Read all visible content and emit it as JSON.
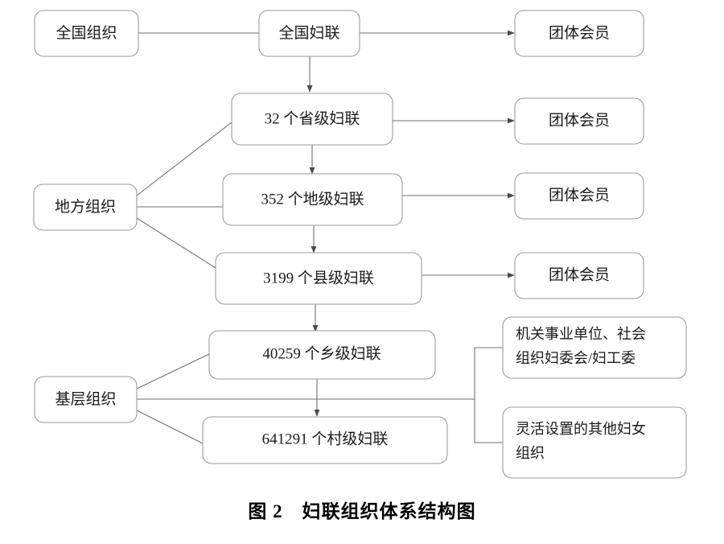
{
  "figure": {
    "caption": "图 2　妇联组织体系结构图",
    "caption_number": "图 2",
    "caption_title": "妇联组织体系结构图"
  },
  "categories": {
    "national": "全国组织",
    "local": "地方组织",
    "grassroots": "基层组织"
  },
  "levels": {
    "national_federation": "全国妇联",
    "provincial": "32 个省级妇联",
    "prefecture": "352 个地级妇联",
    "county": "3199 个县级妇联",
    "township": "40259 个乡级妇联",
    "village": "641291 个村级妇联"
  },
  "group_members": {
    "from_national": "团体会员",
    "from_provincial": "团体会员",
    "from_prefecture": "团体会员",
    "from_county": "团体会员"
  },
  "grassroots_units": {
    "institutional_line1": "机关事业单位、社会",
    "institutional_line2": "组织妇委会/妇工委",
    "flexible_line1": "灵活设置的其他妇女",
    "flexible_line2": "组织"
  },
  "counts": {
    "provincial": 32,
    "prefecture": 352,
    "county": 3199,
    "township": 40259,
    "village": 641291
  },
  "colors": {
    "box_stroke": "#9a9a9a",
    "edge_stroke": "#6f6f6f",
    "text": "#1a1a1a",
    "background": "#ffffff"
  }
}
